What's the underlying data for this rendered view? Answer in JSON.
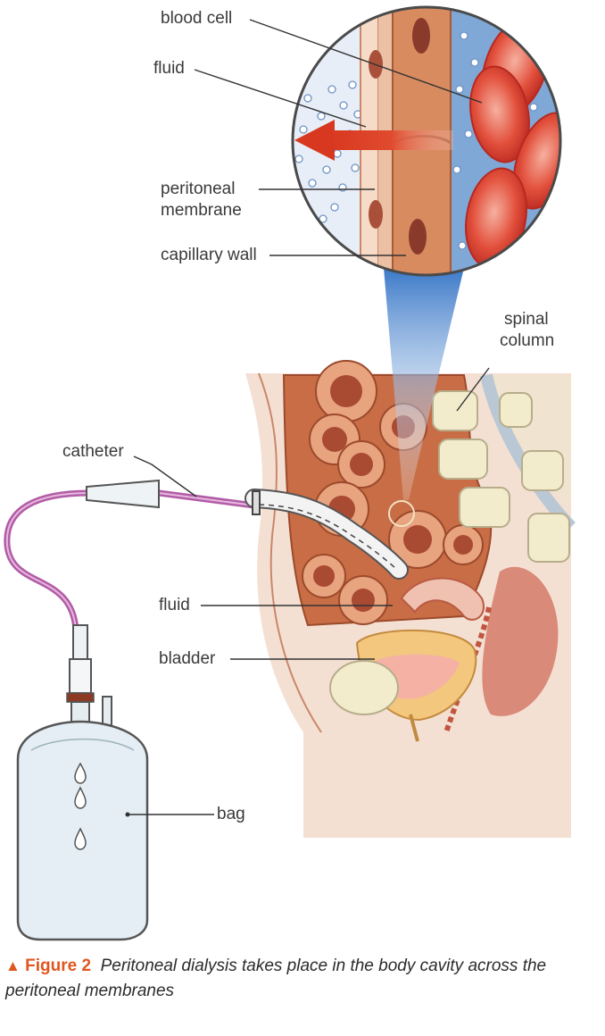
{
  "labels": {
    "blood_cell": "blood cell",
    "fluid_top": "fluid",
    "peritoneal_membrane_1": "peritoneal",
    "peritoneal_membrane_2": "membrane",
    "capillary_wall": "capillary wall",
    "spinal_column_1": "spinal",
    "spinal_column_2": "column",
    "catheter": "catheter",
    "fluid_bottom": "fluid",
    "bladder": "bladder",
    "bag": "bag"
  },
  "caption": {
    "marker": "▲",
    "figure_label": "Figure 2",
    "text": "Peritoneal dialysis takes place in the body cavity across the peritoneal membranes"
  },
  "colors": {
    "accent": "#e0561f",
    "arrow": "#d8381f",
    "blood": "#d93a2e",
    "tissue": "#c8744f",
    "blood_plasma": "#7fa8d6",
    "tube": "#b25ca6"
  },
  "icons": [
    "droplet-icon",
    "arrow-left-icon",
    "triangle-marker-icon"
  ]
}
